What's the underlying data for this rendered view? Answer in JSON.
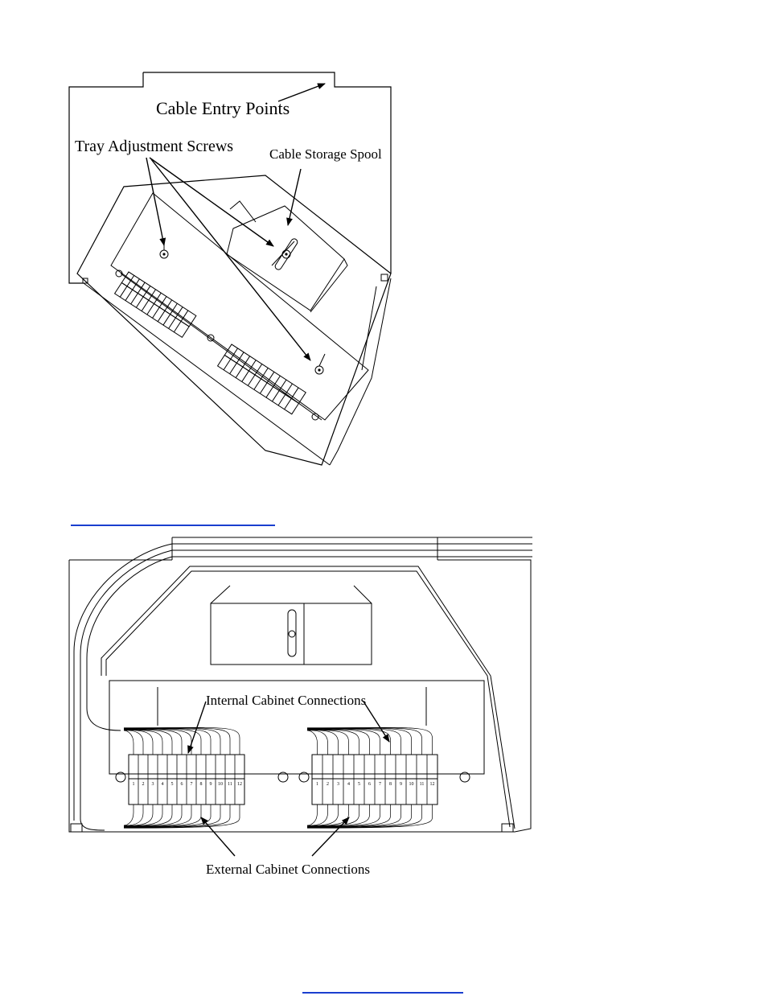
{
  "figure1": {
    "labels": {
      "cable_entry_points": "Cable Entry Points",
      "tray_adjustment_screws": "Tray Adjustment Screws",
      "cable_storage_spool": "Cable Storage Spool"
    }
  },
  "figure2": {
    "labels": {
      "internal_connections": "Internal Cabinet Connections",
      "external_connections": "External Cabinet Connections"
    },
    "port_numbers": [
      "1",
      "2",
      "3",
      "4",
      "5",
      "6",
      "7",
      "8",
      "9",
      "10",
      "11",
      "12"
    ]
  },
  "colors": {
    "link": "#1a3fcf",
    "ink": "#000000"
  }
}
